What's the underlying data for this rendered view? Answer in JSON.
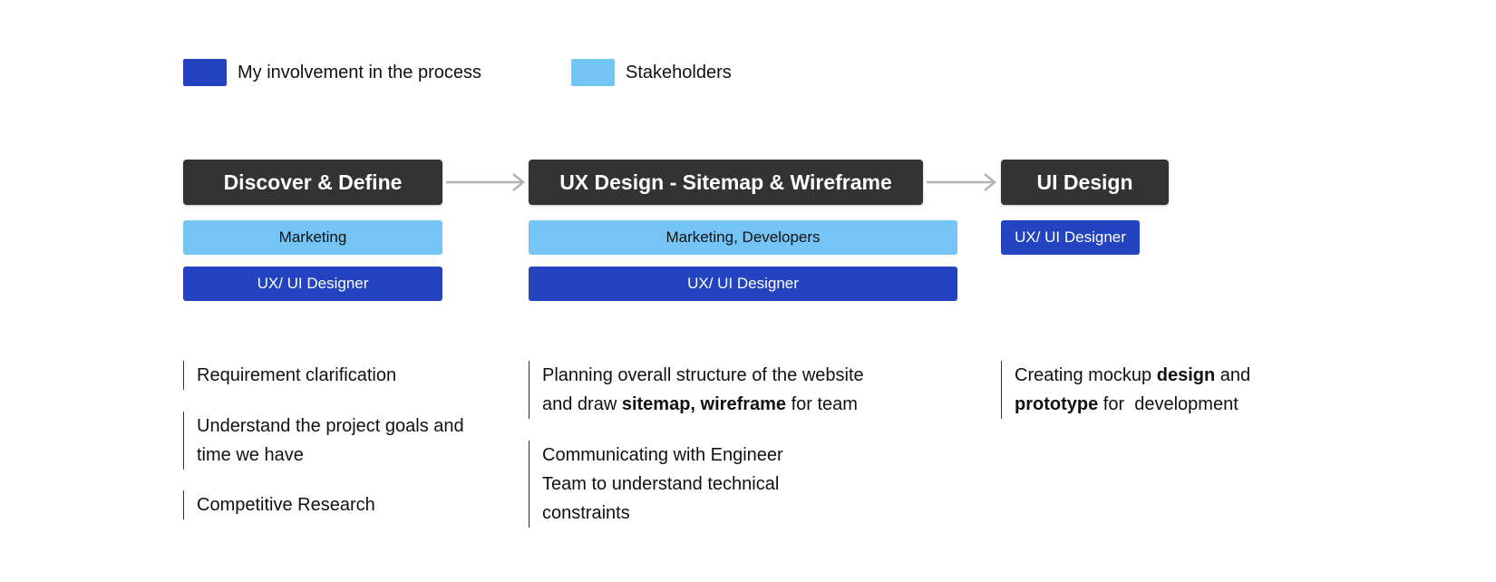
{
  "legend": {
    "mine": {
      "label": "My involvement in the process",
      "color": "#2343c0"
    },
    "stake": {
      "label": "Stakeholders",
      "color": "#74c5f5"
    }
  },
  "phases": [
    {
      "title": "Discover & Define",
      "stakeholders": "Marketing",
      "me": "UX/ UI Designer",
      "notes": [
        {
          "line1": "Requirement clarification"
        },
        {
          "line1": "Understand the project goals and",
          "line2": "time we have"
        },
        {
          "line1": "Competitive Research"
        }
      ]
    },
    {
      "title": "UX Design - Sitemap & Wireframe",
      "stakeholders": "Marketing, Developers",
      "me": "UX/ UI Designer",
      "notes": [
        {
          "line1": "Planning overall structure of the website",
          "line2_pre": "and draw ",
          "line2_bold": "sitemap, wireframe",
          "line2_post": " for team"
        },
        {
          "line1": "Communicating with Engineer",
          "line2": "Team to understand technical",
          "line3": "constraints"
        }
      ]
    },
    {
      "title": "UI Design",
      "me": "UX/ UI Designer",
      "notes": [
        {
          "line1_pre": "Creating mockup ",
          "line1_bold": "design",
          "line1_post": " and",
          "line2_bold": "prototype",
          "line2_post": " for  development"
        }
      ]
    }
  ]
}
